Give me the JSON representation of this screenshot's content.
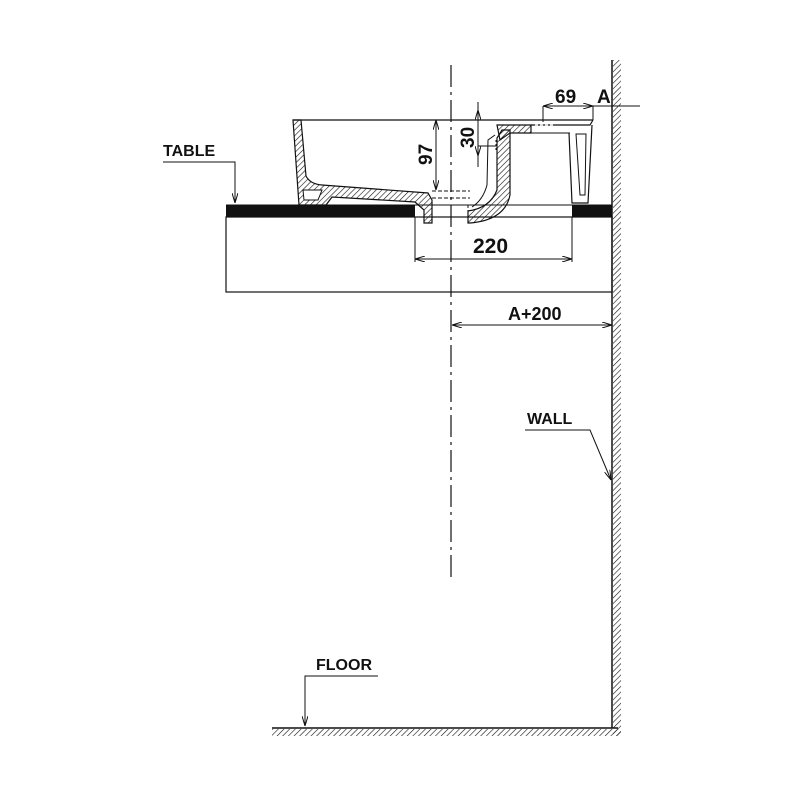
{
  "labels": {
    "table": "TABLE",
    "wall": "WALL",
    "floor": "FLOOR"
  },
  "dimensions": {
    "basin_height": "97",
    "drain_offset": "30",
    "rim_to_wall": "69",
    "wall_gap": "A",
    "cutout_width": "220",
    "center_to_wall": "A+200"
  },
  "colors": {
    "line": "#111111",
    "background": "#ffffff"
  }
}
